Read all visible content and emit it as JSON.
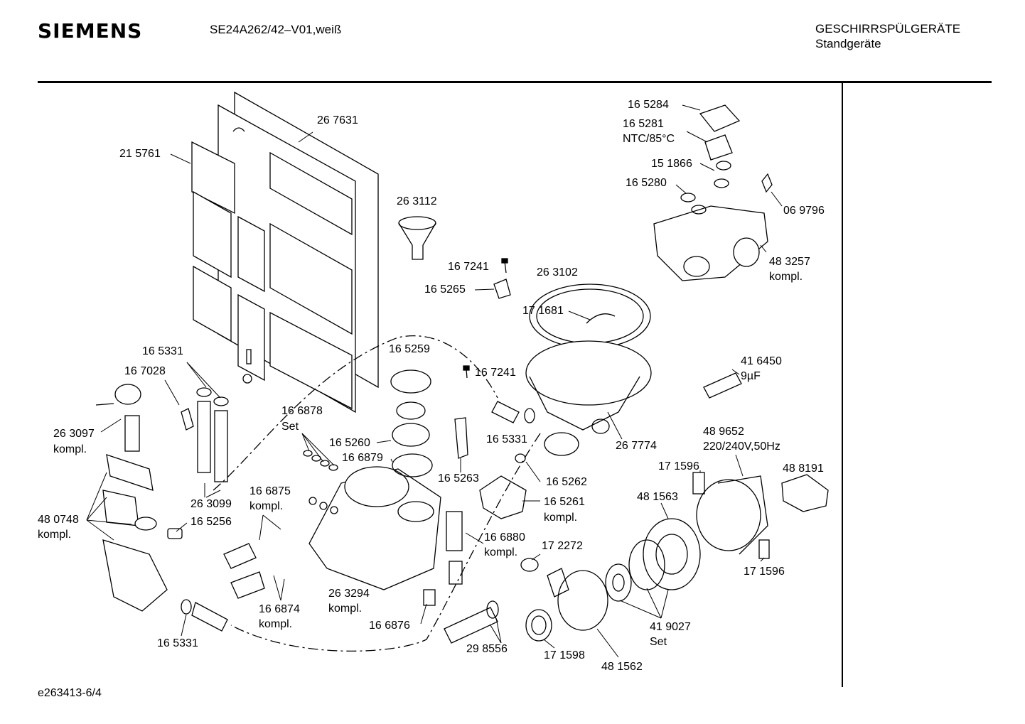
{
  "header": {
    "brand": "SIEMENS",
    "model": "SE24A262/42–V01,weiß",
    "category": "GESCHIRRSPÜLGERÄTE",
    "subcategory": "Standgeräte"
  },
  "footer": {
    "drawing_id": "e263413-6/4"
  },
  "labels": [
    {
      "id": "lbl-267631",
      "text": "26 7631"
    },
    {
      "id": "lbl-215761",
      "text": "21 5761"
    },
    {
      "id": "lbl-263112",
      "text": "26 3112"
    },
    {
      "id": "lbl-165284",
      "text": "16 5284"
    },
    {
      "id": "lbl-165281",
      "text": "16 5281"
    },
    {
      "id": "lbl-ntc",
      "text": "NTC/85°C"
    },
    {
      "id": "lbl-151866",
      "text": "15 1866"
    },
    {
      "id": "lbl-165280",
      "text": "16 5280"
    },
    {
      "id": "lbl-069796",
      "text": "06 9796"
    },
    {
      "id": "lbl-483257",
      "text": "48 3257"
    },
    {
      "id": "lbl-483257-kompl",
      "text": "kompl."
    },
    {
      "id": "lbl-167241a",
      "text": "16 7241"
    },
    {
      "id": "lbl-263102",
      "text": "26 3102"
    },
    {
      "id": "lbl-165265",
      "text": "16 5265"
    },
    {
      "id": "lbl-171681",
      "text": "17 1681"
    },
    {
      "id": "lbl-165331a",
      "text": "16 5331"
    },
    {
      "id": "lbl-167028",
      "text": "16 7028"
    },
    {
      "id": "lbl-165259",
      "text": "16 5259"
    },
    {
      "id": "lbl-167241b",
      "text": "16 7241"
    },
    {
      "id": "lbl-416450",
      "text": "41 6450"
    },
    {
      "id": "lbl-9uf",
      "text": "9µF"
    },
    {
      "id": "lbl-263097",
      "text": "26 3097"
    },
    {
      "id": "lbl-263097-kompl",
      "text": "kompl."
    },
    {
      "id": "lbl-166878",
      "text": "16 6878"
    },
    {
      "id": "lbl-166878-set",
      "text": "Set"
    },
    {
      "id": "lbl-165331b",
      "text": "16 5331"
    },
    {
      "id": "lbl-267774",
      "text": "26 7774"
    },
    {
      "id": "lbl-489652",
      "text": "48 9652"
    },
    {
      "id": "lbl-voltage",
      "text": "220/240V,50Hz"
    },
    {
      "id": "lbl-165260",
      "text": "16 5260"
    },
    {
      "id": "lbl-166879",
      "text": "16 6879"
    },
    {
      "id": "lbl-171596a",
      "text": "17 1596"
    },
    {
      "id": "lbl-488191",
      "text": "48 8191"
    },
    {
      "id": "lbl-165263",
      "text": "16 5263"
    },
    {
      "id": "lbl-165262",
      "text": "16 5262"
    },
    {
      "id": "lbl-166875",
      "text": "16 6875"
    },
    {
      "id": "lbl-166875-kompl",
      "text": "kompl."
    },
    {
      "id": "lbl-263099",
      "text": "26 3099"
    },
    {
      "id": "lbl-481563",
      "text": "48 1563"
    },
    {
      "id": "lbl-165261",
      "text": "16 5261"
    },
    {
      "id": "lbl-165261-kompl",
      "text": "kompl."
    },
    {
      "id": "lbl-480748",
      "text": "48 0748"
    },
    {
      "id": "lbl-480748-kompl",
      "text": "kompl."
    },
    {
      "id": "lbl-165256",
      "text": "16 5256"
    },
    {
      "id": "lbl-166880",
      "text": "16 6880"
    },
    {
      "id": "lbl-166880-kompl",
      "text": "kompl."
    },
    {
      "id": "lbl-172272",
      "text": "17 2272"
    },
    {
      "id": "lbl-171596b",
      "text": "17 1596"
    },
    {
      "id": "lbl-263294",
      "text": "26 3294"
    },
    {
      "id": "lbl-263294-kompl",
      "text": "kompl."
    },
    {
      "id": "lbl-166874",
      "text": "16 6874"
    },
    {
      "id": "lbl-166874-kompl",
      "text": "kompl."
    },
    {
      "id": "lbl-166876",
      "text": "16 6876"
    },
    {
      "id": "lbl-419027",
      "text": "41 9027"
    },
    {
      "id": "lbl-419027-set",
      "text": "Set"
    },
    {
      "id": "lbl-165331c",
      "text": "16 5331"
    },
    {
      "id": "lbl-298556",
      "text": "29 8556"
    },
    {
      "id": "lbl-171598",
      "text": "17 1598"
    },
    {
      "id": "lbl-481562",
      "text": "48 1562"
    }
  ]
}
